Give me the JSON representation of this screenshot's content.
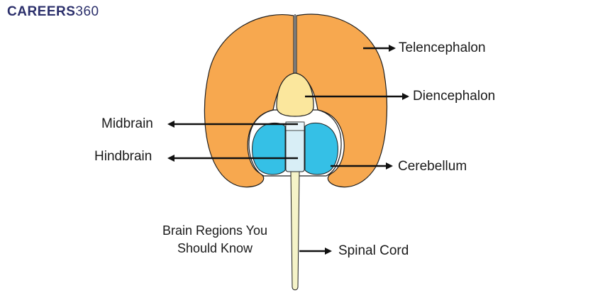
{
  "logo": {
    "word": "CAREERS",
    "number": "360"
  },
  "caption": {
    "line1": "Brain Regions You",
    "line2": "Should Know"
  },
  "labels": {
    "telencephalon": "Telencephalon",
    "diencephalon": "Diencephalon",
    "midbrain": "Midbrain",
    "hindbrain": "Hindbrain",
    "cerebellum": "Cerebellum",
    "spinal_cord": "Spinal Cord"
  },
  "colors": {
    "telencephalon": "#f7a84f",
    "diencephalon": "#fbe79d",
    "cerebellum": "#35c0e6",
    "brainstem": "#d8eef6",
    "spinal_cord": "#f5f3c8",
    "outline": "#1f1f1f"
  }
}
